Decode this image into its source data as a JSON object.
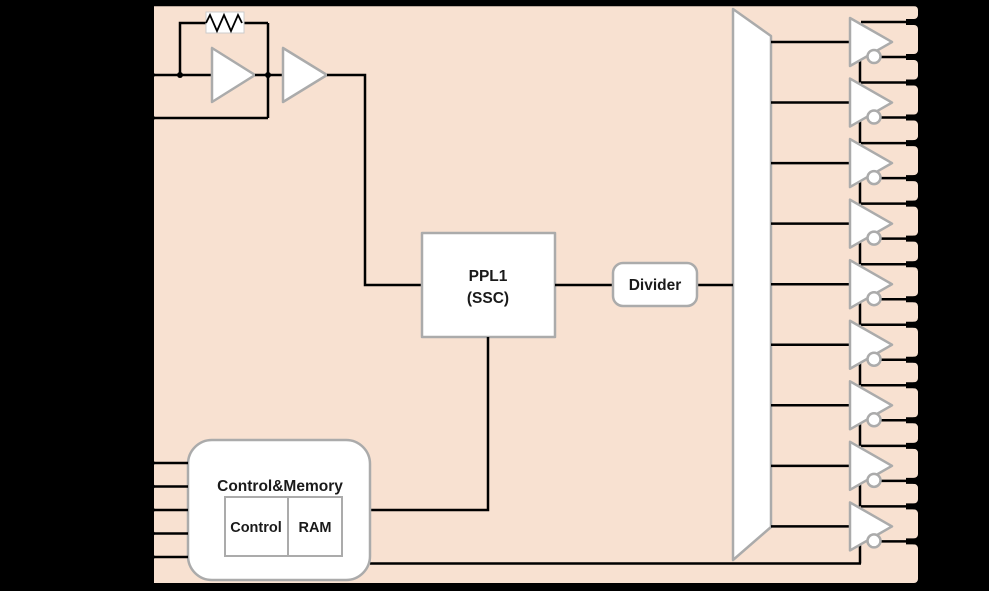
{
  "diagram": {
    "type": "clock-generator-block-diagram",
    "blocks": {
      "pll": {
        "label_line1": "PPL1",
        "label_line2": "(SSC)"
      },
      "divider": {
        "label": "Divider"
      },
      "control_memory": {
        "title": "Control&Memory",
        "cells": [
          {
            "label": "Control"
          },
          {
            "label": "RAM"
          }
        ]
      }
    },
    "counts": {
      "output_buffers": 9,
      "output_edge_wires": 18,
      "control_input_pins": 5,
      "crystal_pins": 2
    },
    "colors": {
      "background": "#000000",
      "chip_fill": "#F8E1D1",
      "block_fill": "#FFFFFF",
      "block_border": "#ABABAB",
      "wire": "#000000",
      "text": "#1A1A1A"
    }
  }
}
